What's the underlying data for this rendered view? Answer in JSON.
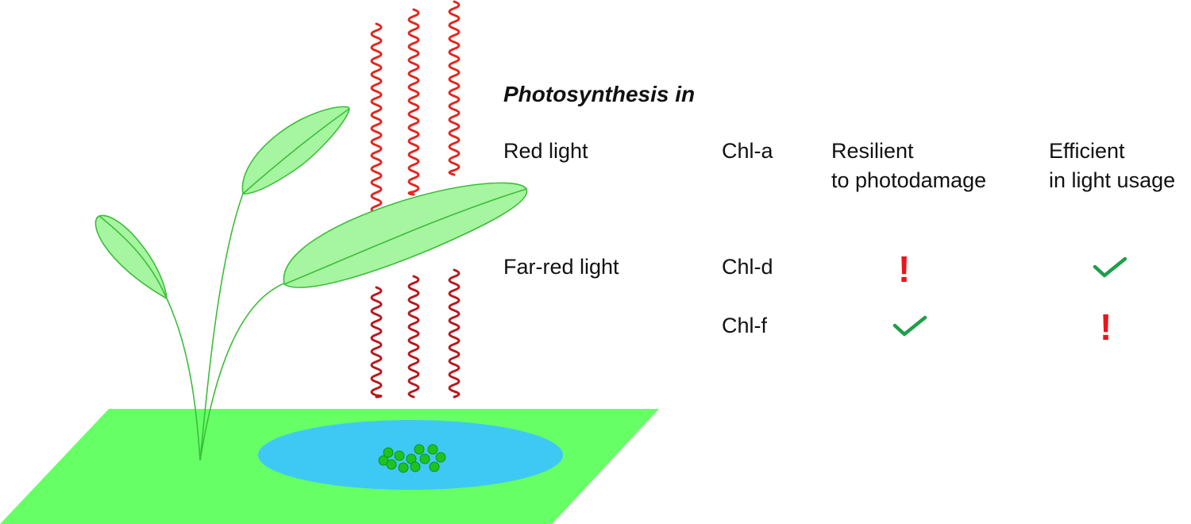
{
  "title": "Photosynthesis in",
  "rows": [
    {
      "light": "Red light",
      "pigment": "Chl-a"
    },
    {
      "light": "Far-red light",
      "pigment": "Chl-d",
      "photodamage": "warning",
      "light_usage": "check"
    },
    {
      "light": "",
      "pigment": "Chl-f",
      "photodamage": "check",
      "light_usage": "warning"
    }
  ],
  "columns": {
    "photodamage": "Resilient\nto photodamage",
    "light_usage": "Efficient\nin light usage"
  },
  "symbols": {
    "warning": "!",
    "check_icon": "checkmark-icon"
  },
  "colors": {
    "red_light_wave": "#e3261f",
    "far_red_light_wave": "#b8181c",
    "leaf_fill": "#a6f5a0",
    "leaf_stroke": "#3dbd3a",
    "ground": "#66ff66",
    "pond": "#3ec9f5",
    "cells": "#1dc41f",
    "check": "#1f9e4a",
    "warning": "#e8161b"
  }
}
